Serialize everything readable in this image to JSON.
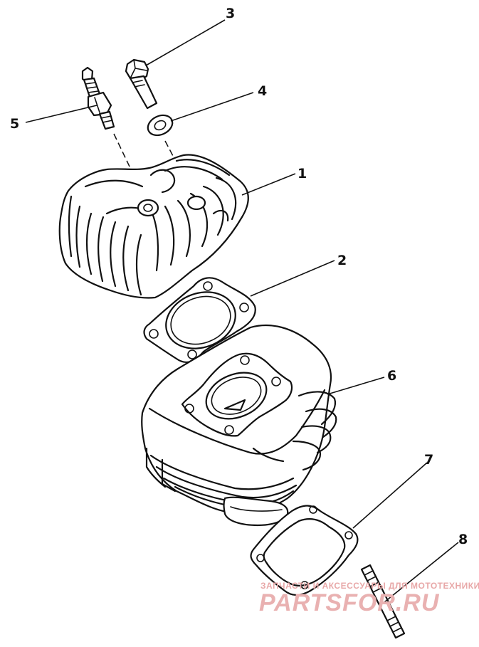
{
  "callouts": {
    "c1": "1",
    "c2": "2",
    "c3": "3",
    "c4": "4",
    "c5": "5",
    "c6": "6",
    "c7": "7",
    "c8": "8"
  },
  "watermark": {
    "tagline": "ЗАПЧАСТИ И АКСЕССУАРЫ ДЛЯ МОТОТЕХНИКИ",
    "logo": "PARTSFOR.RU",
    "color": "#e9b1b1"
  }
}
